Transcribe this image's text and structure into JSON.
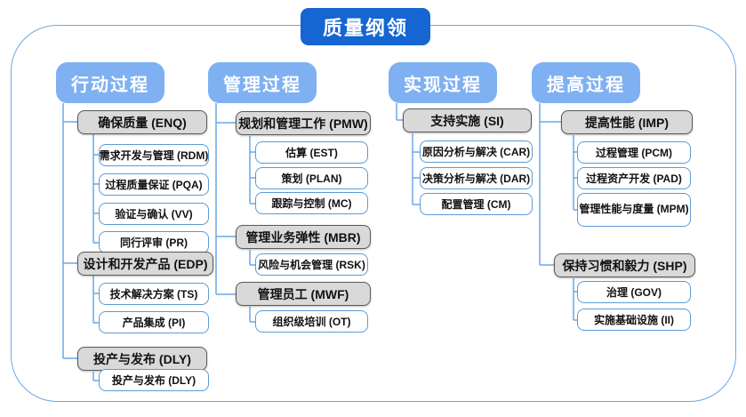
{
  "title": "质量纲领",
  "columns": [
    {
      "header": "行动过程",
      "groups": [
        {
          "label": "确保质量 (ENQ)",
          "children": [
            "需求开发与管理 (RDM)",
            "过程质量保证 (PQA)",
            "验证与确认 (VV)",
            "同行评审 (PR)"
          ]
        },
        {
          "label": "设计和开发产品 (EDP)",
          "children": [
            "技术解决方案 (TS)",
            "产品集成 (PI)"
          ]
        },
        {
          "label": "投产与发布 (DLY)",
          "children": [
            "投产与发布 (DLY)"
          ]
        }
      ]
    },
    {
      "header": "管理过程",
      "groups": [
        {
          "label": "规划和管理工作 (PMW)",
          "children": [
            "估算 (EST)",
            "策划 (PLAN)",
            "跟踪与控制 (MC)"
          ]
        },
        {
          "label": "管理业务弹性 (MBR)",
          "children": [
            "风险与机会管理 (RSK)"
          ]
        },
        {
          "label": "管理员工 (MWF)",
          "children": [
            "组织级培训 (OT)"
          ]
        }
      ]
    },
    {
      "header": "实现过程",
      "groups": [
        {
          "label": "支持实施 (SI)",
          "children": [
            "原因分析与解决 (CAR)",
            "决策分析与解决 (DAR)",
            "配置管理 (CM)"
          ]
        }
      ]
    },
    {
      "header": "提高过程",
      "groups": [
        {
          "label": "提高性能 (IMP)",
          "children": [
            "过程管理 (PCM)",
            "过程资产开发 (PAD)",
            "管理性能与度量 (MPM)"
          ]
        },
        {
          "label": "保持习惯和毅力 (SHP)",
          "children": [
            "治理 (GOV)",
            "实施基础设施 (II)"
          ]
        }
      ]
    }
  ],
  "colors": {
    "title_blue": "#1565d2",
    "header_blue": "#7fb0f2",
    "node_gray_fill": "#d9d9d9",
    "node_gray_border": "#595959",
    "node_white_border": "#5b9bd5",
    "connector_line": "#6ba7e8"
  }
}
